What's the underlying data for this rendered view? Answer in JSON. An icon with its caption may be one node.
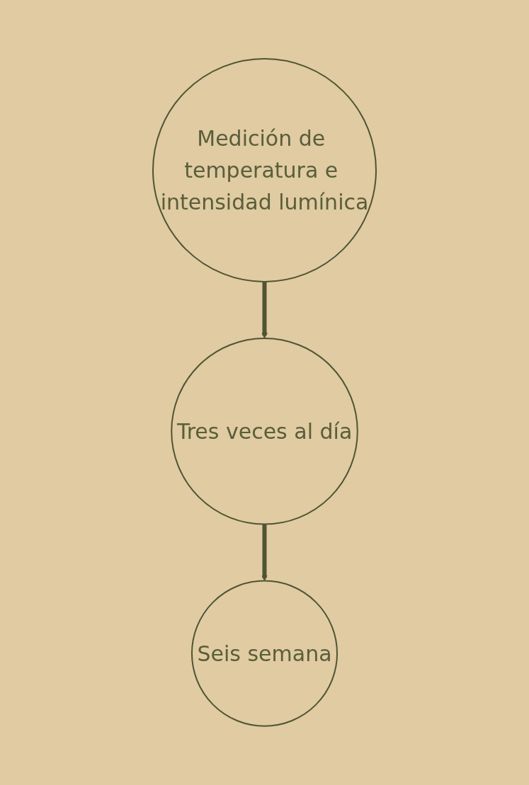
{
  "diagram": {
    "nodes": [
      {
        "text": [
          "Medición de temperatura e intensidad lumínica"
        ]
      },
      {
        "text": [
          "Tres veces al día"
        ]
      },
      {
        "text": [
          "Seis semana"
        ]
      }
    ],
    "edges": [
      {
        "from": 0,
        "to": 1,
        "arrow": "to"
      },
      {
        "from": 1,
        "to": 2,
        "arrow": "to"
      }
    ]
  }
}
